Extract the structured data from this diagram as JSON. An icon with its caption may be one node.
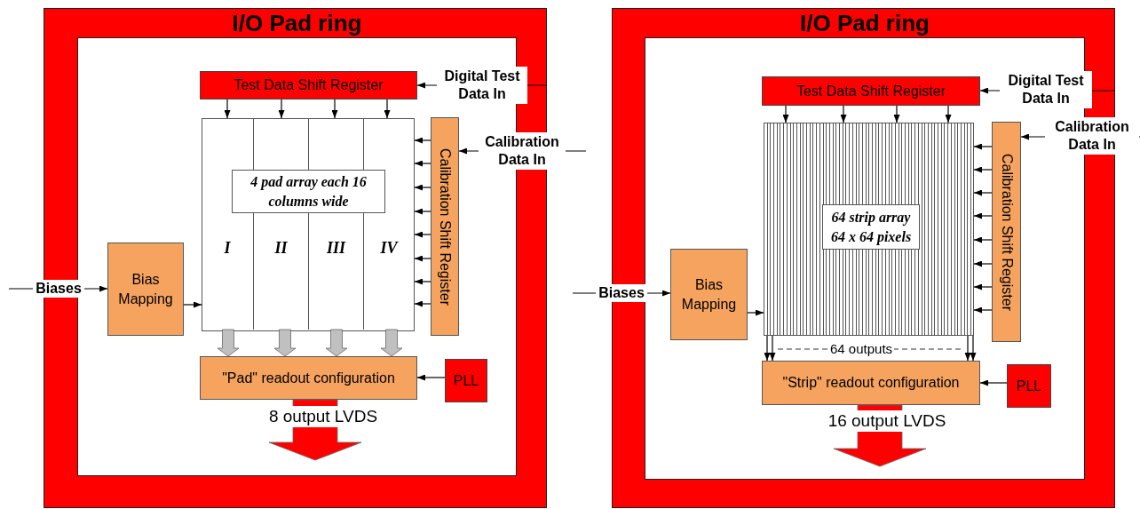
{
  "diagram": {
    "nodes": [
      {
        "text": [
          "I/O Pad ring"
        ]
      },
      {
        "text": [
          "Test Data Shift Register"
        ],
        "in": 0
      },
      {
        "text": [],
        "shape": "box",
        "in": 0
      },
      {
        "text": [
          "I"
        ],
        "in": 2
      },
      {
        "text": [
          "II"
        ],
        "in": 2
      },
      {
        "text": [
          "III"
        ],
        "in": 2
      },
      {
        "text": [
          "IV"
        ],
        "in": 2
      },
      {
        "text": [
          "4 pad array each 16 columns wide"
        ],
        "in": 2
      },
      {
        "text": [
          "Calibration Shift Register"
        ],
        "in": 0
      },
      {
        "text": [
          "Bias Mapping"
        ],
        "in": 0
      },
      {
        "text": [
          "\"Pad\" readout configuration"
        ],
        "in": 0
      },
      {
        "text": [
          "PLL"
        ],
        "in": 0
      },
      {
        "text": [
          "I/O Pad ring"
        ]
      },
      {
        "text": [
          "Test Data Shift Register"
        ],
        "in": 12
      },
      {
        "text": [],
        "shape": "box",
        "in": 12
      },
      {
        "text": [
          "64 strip array 64 x 64 pixels"
        ],
        "in": 14
      },
      {
        "text": [
          "Calibration Shift Register"
        ],
        "in": 12
      },
      {
        "text": [
          "Bias Mapping"
        ],
        "in": 12
      },
      {
        "text": [
          "\"Strip\" readout configuration"
        ],
        "in": 12
      },
      {
        "text": [
          "PLL"
        ],
        "in": 12
      }
    ],
    "edges": [
      {
        "from": null,
        "to": 1,
        "arrow": "to",
        "label": "Digital Test Data In"
      },
      {
        "from": 1,
        "to": 3,
        "arrow": "to"
      },
      {
        "from": 1,
        "to": 4,
        "arrow": "to"
      },
      {
        "from": 1,
        "to": 5,
        "arrow": "to"
      },
      {
        "from": 1,
        "to": 6,
        "arrow": "to"
      },
      {
        "from": null,
        "to": 8,
        "arrow": "to",
        "label": "Calibration Data In"
      },
      {
        "from": 8,
        "to": 2,
        "arrow": "to"
      },
      {
        "from": 8,
        "to": 2,
        "arrow": "to"
      },
      {
        "from": 8,
        "to": 2,
        "arrow": "to"
      },
      {
        "from": 8,
        "to": 2,
        "arrow": "to"
      },
      {
        "from": 8,
        "to": 2,
        "arrow": "to"
      },
      {
        "from": 8,
        "to": 2,
        "arrow": "to"
      },
      {
        "from": 8,
        "to": 2,
        "arrow": "to"
      },
      {
        "from": 8,
        "to": 2,
        "arrow": "to"
      },
      {
        "from": null,
        "to": 9,
        "arrow": "to",
        "label": "Biases"
      },
      {
        "from": 9,
        "to": 2,
        "arrow": "to"
      },
      {
        "from": 3,
        "to": 10,
        "arrow": "to",
        "style": "thick",
        "color": "#c0c0c0"
      },
      {
        "from": 4,
        "to": 10,
        "arrow": "to",
        "style": "thick",
        "color": "#c0c0c0"
      },
      {
        "from": 5,
        "to": 10,
        "arrow": "to",
        "style": "thick",
        "color": "#c0c0c0"
      },
      {
        "from": 6,
        "to": 10,
        "arrow": "to",
        "style": "thick",
        "color": "#c0c0c0"
      },
      {
        "from": 11,
        "to": 10,
        "arrow": "to"
      },
      {
        "from": 10,
        "to": null,
        "arrow": "to",
        "label": "8 output LVDS",
        "style": "thick",
        "color": "#ff0000"
      },
      {
        "from": null,
        "to": 13,
        "arrow": "to",
        "label": "Digital Test Data In"
      },
      {
        "from": 13,
        "to": 14,
        "arrow": "to"
      },
      {
        "from": 13,
        "to": 14,
        "arrow": "to"
      },
      {
        "from": 13,
        "to": 14,
        "arrow": "to"
      },
      {
        "from": 13,
        "to": 14,
        "arrow": "to"
      },
      {
        "from": null,
        "to": 16,
        "arrow": "to",
        "label": "Calibration Data In"
      },
      {
        "from": 16,
        "to": 14,
        "arrow": "to"
      },
      {
        "from": 16,
        "to": 14,
        "arrow": "to"
      },
      {
        "from": 16,
        "to": 14,
        "arrow": "to"
      },
      {
        "from": 16,
        "to": 14,
        "arrow": "to"
      },
      {
        "from": 16,
        "to": 14,
        "arrow": "to"
      },
      {
        "from": 16,
        "to": 14,
        "arrow": "to"
      },
      {
        "from": 16,
        "to": 14,
        "arrow": "to"
      },
      {
        "from": 16,
        "to": 14,
        "arrow": "to"
      },
      {
        "from": null,
        "to": 17,
        "arrow": "to",
        "label": "Biases"
      },
      {
        "from": 17,
        "to": 14,
        "arrow": "to"
      },
      {
        "from": 14,
        "to": 18,
        "arrow": "to"
      },
      {
        "from": 14,
        "to": 18,
        "arrow": "to"
      },
      {
        "from": 14,
        "to": 18,
        "arrow": "to"
      },
      {
        "from": 14,
        "to": 18,
        "arrow": "to"
      },
      {
        "from": 19,
        "to": 18,
        "arrow": "to"
      },
      {
        "from": 18,
        "to": null,
        "arrow": "to",
        "label": "16 output LVDS",
        "style": "thick",
        "color": "#ff0000"
      }
    ],
    "labels": [
      "64 outputs"
    ]
  }
}
